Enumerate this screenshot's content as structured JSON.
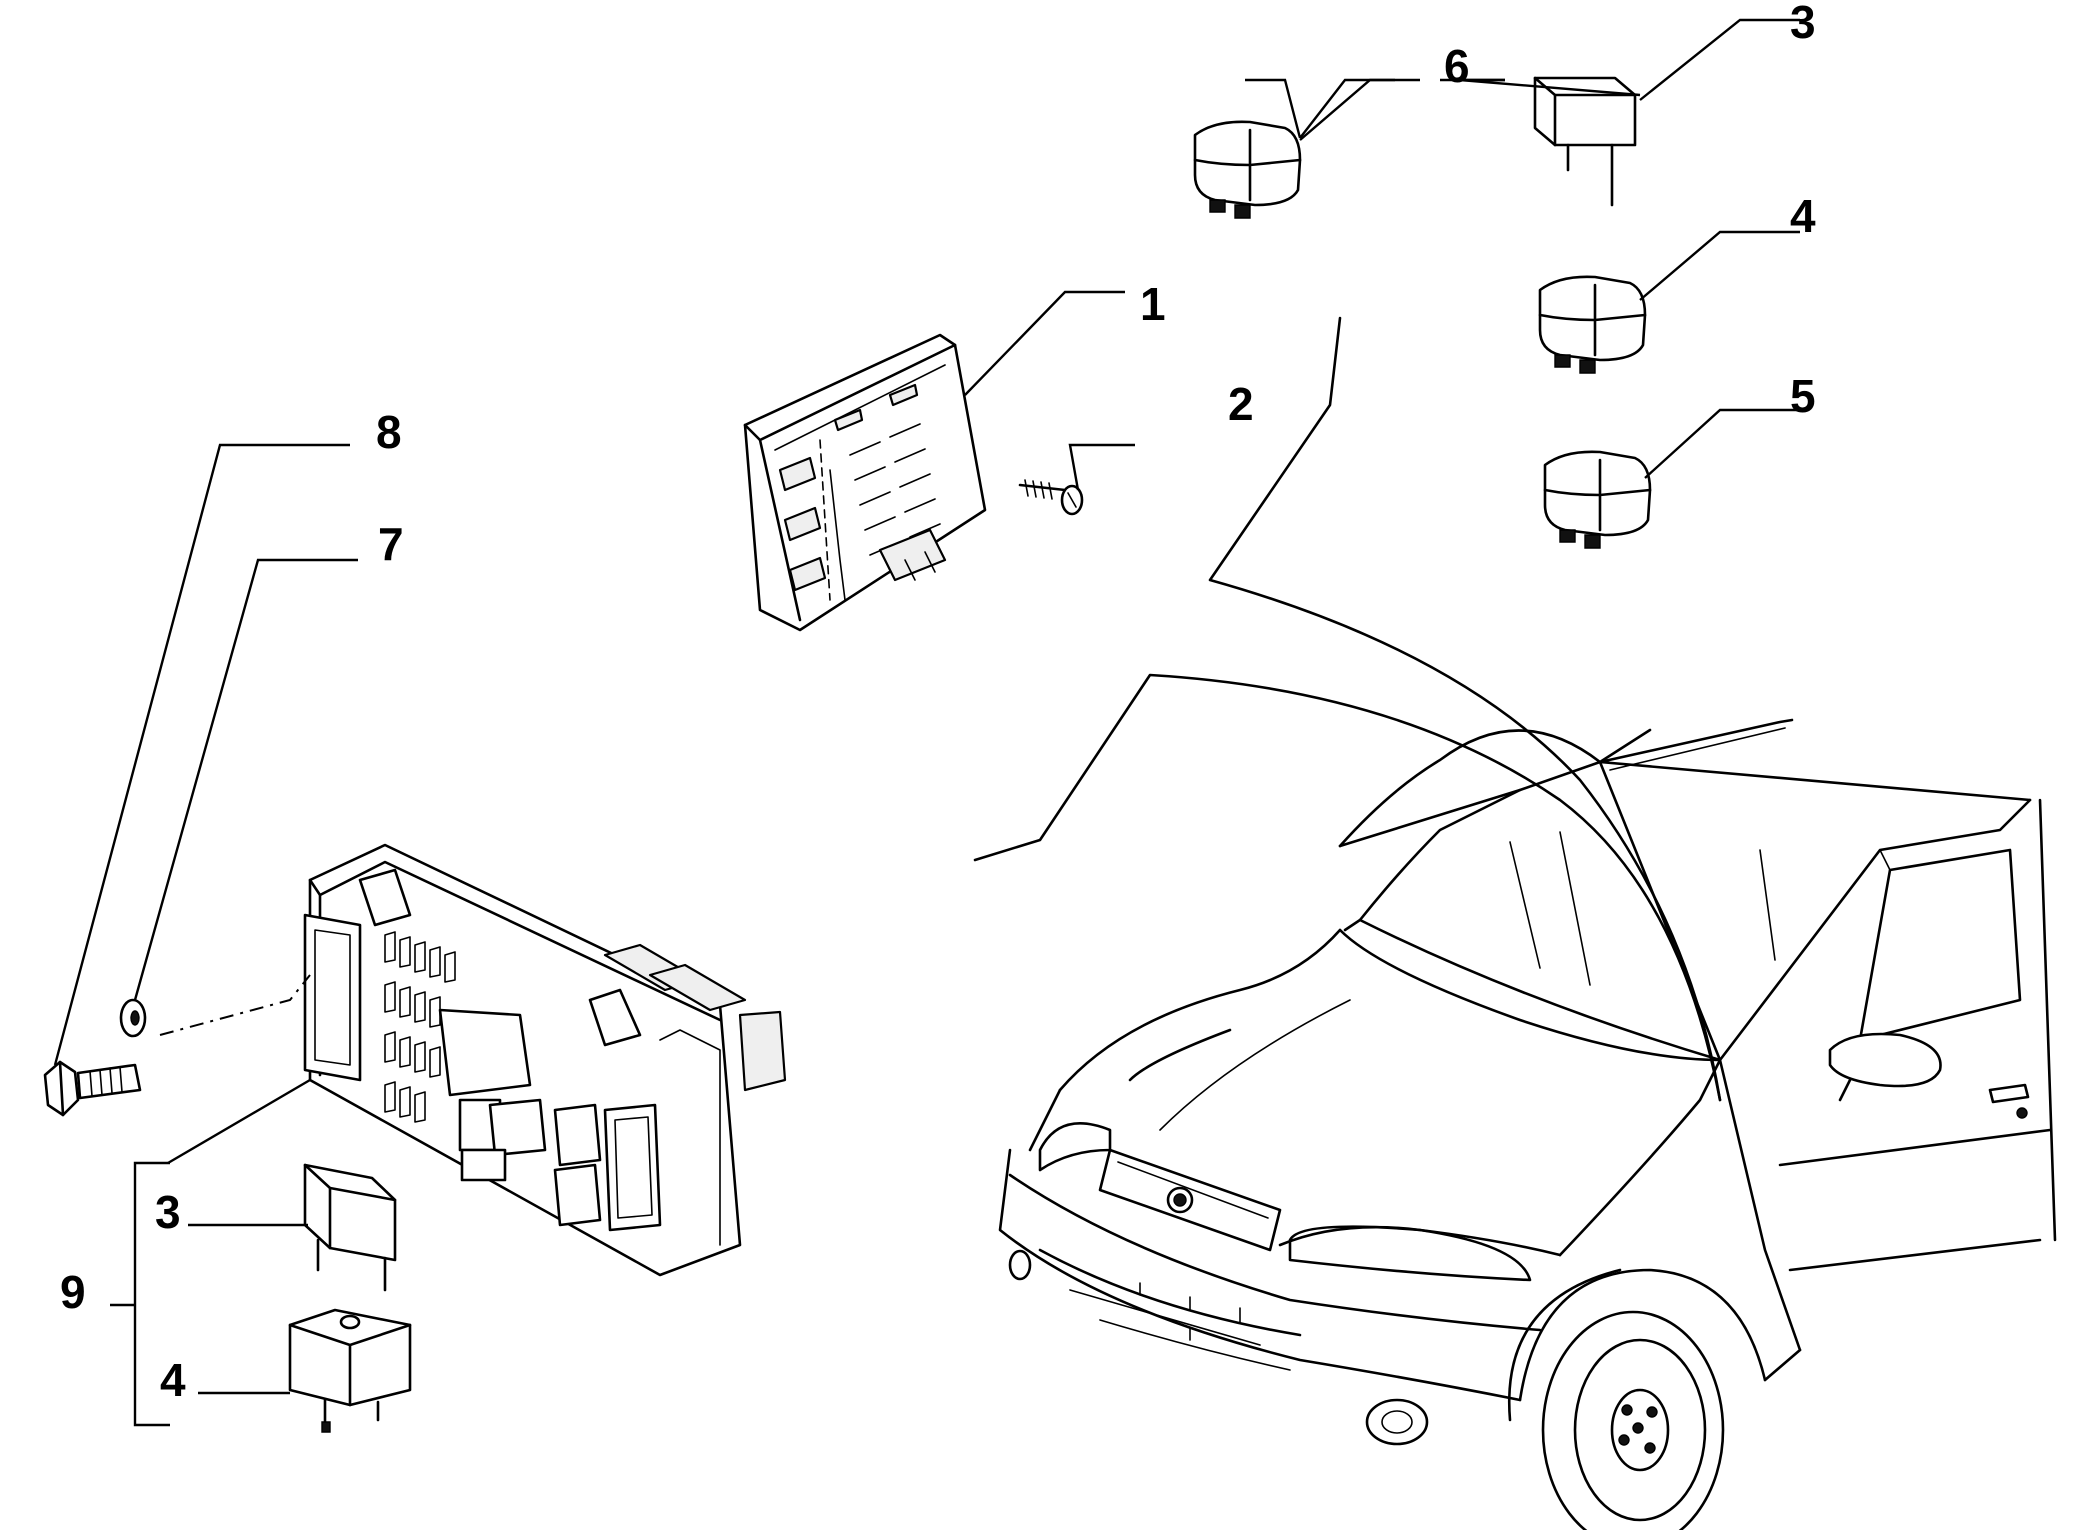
{
  "callouts": {
    "c1": "1",
    "c2": "2",
    "c3_top": "3",
    "c4_top": "4",
    "c5": "5",
    "c6": "6",
    "c7": "7",
    "c8": "8",
    "c3_bottom": "3",
    "c4_bottom": "4",
    "c9": "9"
  }
}
